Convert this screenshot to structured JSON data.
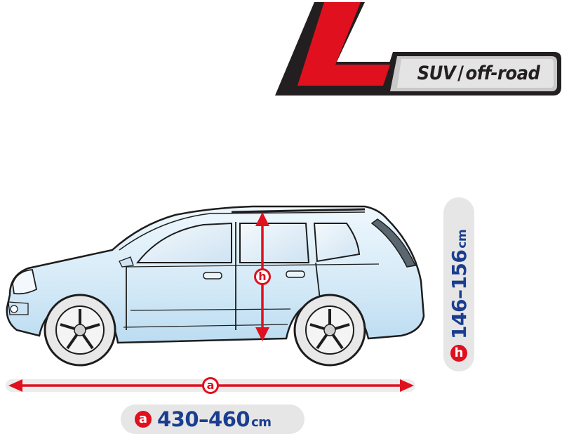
{
  "logo": {
    "size_letter": "L",
    "category_main": "SUV",
    "category_separator": "/",
    "category_sub": "off-road"
  },
  "dimensions": {
    "length": {
      "letter": "a",
      "value": "430–460",
      "unit": "cm"
    },
    "height": {
      "letter": "h",
      "value": "146–156",
      "unit": "cm"
    }
  },
  "colors": {
    "accent_red": "#e0101f",
    "text_blue": "#1a3d8f",
    "pill_gray": "#e6e6e6",
    "car_tint": "#d8ecf8"
  },
  "icons": {
    "car": "suv-car-illustration",
    "length_arrow": "double-arrow-horizontal",
    "height_arrow": "double-arrow-vertical"
  }
}
